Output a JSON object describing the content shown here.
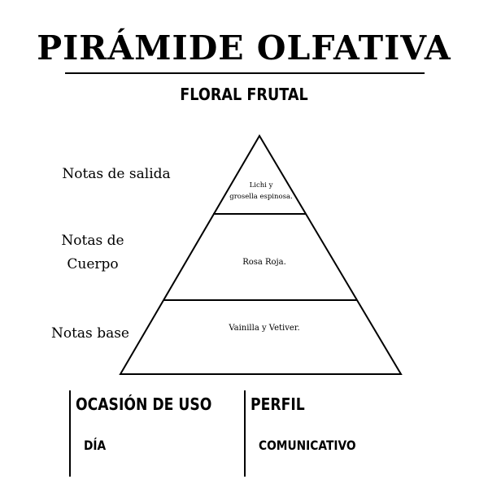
{
  "header": {
    "title": "PIRÁMIDE OLFATIVA",
    "subtitle": "FLORAL FRUTAL"
  },
  "pyramid": {
    "tiers": [
      {
        "label_line1": "Notas de salida",
        "label_line2": "",
        "notes_line1": "Lichi y",
        "notes_line2": "grosella espinosa."
      },
      {
        "label_line1": "Notas de",
        "label_line2": "Cuerpo",
        "notes_line1": "Rosa Roja.",
        "notes_line2": ""
      },
      {
        "label_line1": "Notas base",
        "label_line2": "",
        "notes_line1": "Vainilla y Vetiver.",
        "notes_line2": ""
      }
    ]
  },
  "info": {
    "ocasion": {
      "heading": "OCASIÓN DE USO",
      "value": "DÍA"
    },
    "perfil": {
      "heading": "PERFIL",
      "value": "COMUNICATIVO"
    }
  }
}
